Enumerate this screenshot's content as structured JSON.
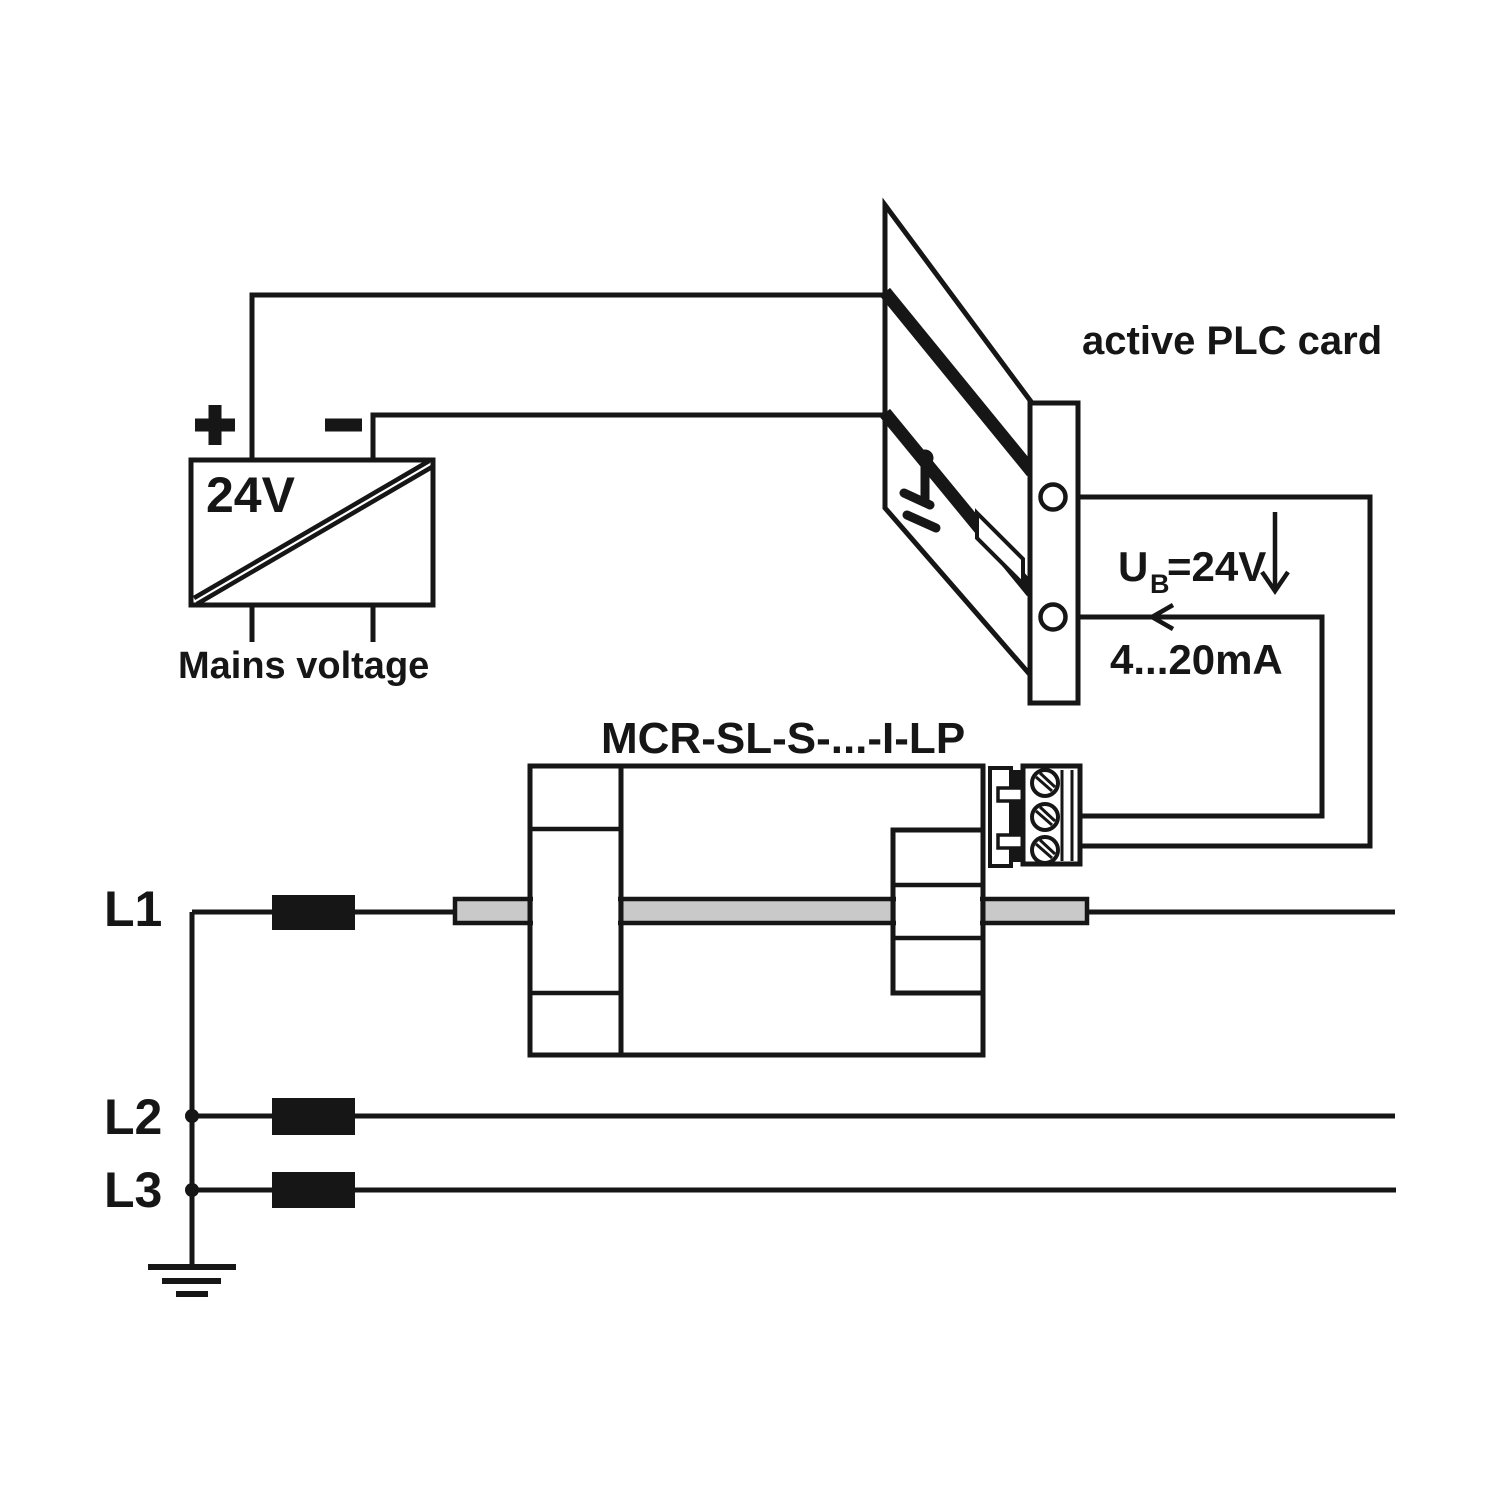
{
  "power_supply": {
    "plus_sign": "+",
    "minus_sign": "−",
    "voltage_label": "24V",
    "caption": "Mains voltage"
  },
  "plc_card": {
    "caption": "active PLC card"
  },
  "transducer": {
    "model_label": "MCR-SL-S-...-I-LP"
  },
  "signals": {
    "supply_symbol": "U",
    "supply_subscript": "B",
    "supply_value": "=24V",
    "current_range": "4...20mA"
  },
  "phases": {
    "l1_label": "L1",
    "l2_label": "L2",
    "l3_label": "L3"
  },
  "colors": {
    "line": "#161616",
    "conductor_fill": "#c9c9c9",
    "background": "#ffffff"
  }
}
